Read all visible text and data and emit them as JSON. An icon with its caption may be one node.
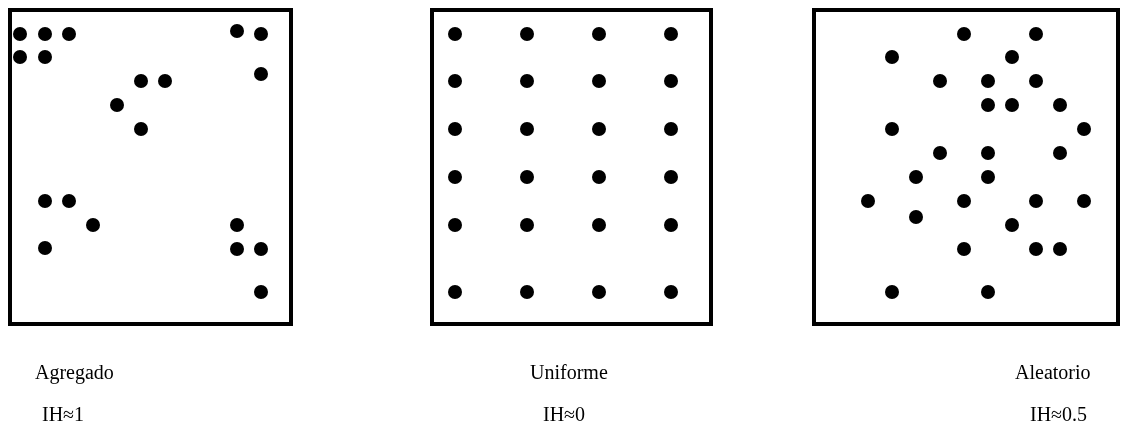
{
  "diagram": {
    "nodes": [
      {
        "text": [],
        "shape": "box",
        "beside": [
          "Agregado",
          "IH≈1"
        ]
      },
      {
        "text": [],
        "shape": "box",
        "beside": [
          "Uniforme",
          "IH≈0"
        ]
      },
      {
        "text": [],
        "shape": "box",
        "beside": [
          "Aleatorio",
          "IH≈0.5"
        ]
      }
    ]
  }
}
